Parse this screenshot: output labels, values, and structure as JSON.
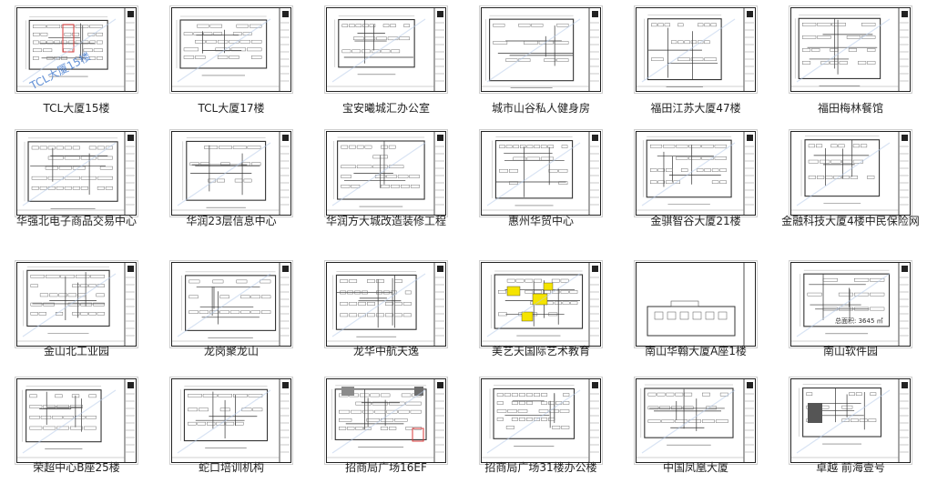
{
  "items": [
    {
      "label": "TCL大厦15楼",
      "watermark": "TCL大厦15楼"
    },
    {
      "label": "TCL大厦17楼"
    },
    {
      "label": "宝安曦城汇办公室"
    },
    {
      "label": "城市山谷私人健身房"
    },
    {
      "label": "福田江苏大厦47楼"
    },
    {
      "label": "福田梅林餐馆"
    },
    {
      "label": "华强北电子商品交易中心"
    },
    {
      "label": "华润23层信息中心"
    },
    {
      "label": "华润方大城改造装修工程"
    },
    {
      "label": "惠州华贸中心"
    },
    {
      "label": "金骐智谷大厦21楼"
    },
    {
      "label": "金融科技大厦4楼中民保险网"
    },
    {
      "label": "金山北工业园"
    },
    {
      "label": "龙岗聚龙山"
    },
    {
      "label": "龙华中航天逸"
    },
    {
      "label": "美艺天国际艺术教育"
    },
    {
      "label": "南山华翰大厦A座1楼"
    },
    {
      "label": "南山软件园",
      "plan_text": "总面积: 3645 ㎡"
    },
    {
      "label": "荣超中心B座25楼"
    },
    {
      "label": "蛇口培训机构"
    },
    {
      "label": "招商局广场16EF"
    },
    {
      "label": "招商局广场31楼办公楼"
    },
    {
      "label": "中国凤凰大厦"
    },
    {
      "label": "卓越 前海壹号"
    }
  ],
  "colors": {
    "line": "#333333",
    "frame": "#222222",
    "highlight_yellow": "#f5e400",
    "highlight_red": "#d83a3a",
    "watermark": "#4a7fd0",
    "text": "#222222"
  }
}
